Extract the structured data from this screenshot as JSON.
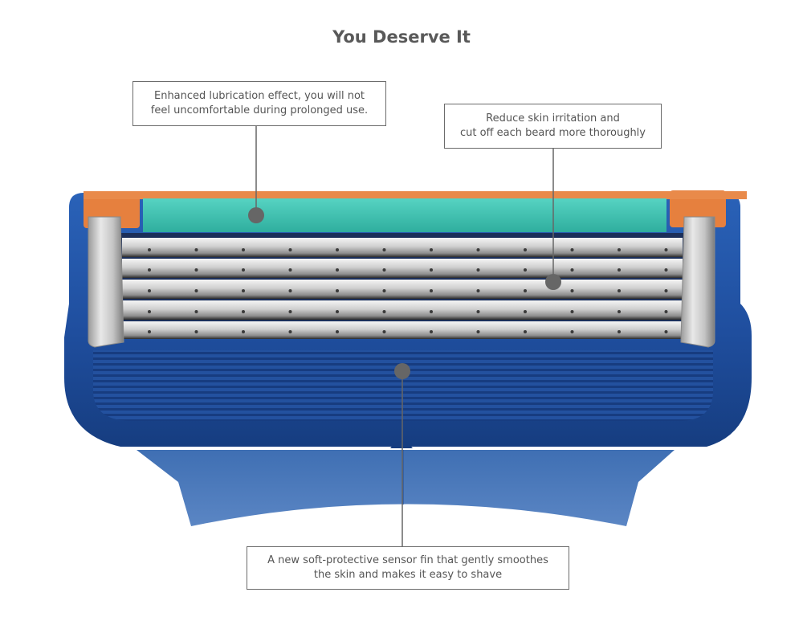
{
  "title": "You Deserve It",
  "callouts": {
    "lubrication": {
      "line1": "Enhanced lubrication effect, you will not",
      "line2": "feel uncomfortable during prolonged use."
    },
    "irritation": {
      "line1": "Reduce skin irritation and",
      "line2": "cut off each beard more thoroughly"
    },
    "sensor": {
      "line1": "A new soft-protective sensor fin that gently smoothes",
      "line2": "the skin and makes it easy to shave"
    }
  },
  "colors": {
    "cartridge_blue": "#1f4e9e",
    "cartridge_dark": "#173a7c",
    "lubrication_strip": "#3bbfae",
    "orange_cap": "#e6803e",
    "blade_silver": "#d8d8d8",
    "marker": "#666666"
  }
}
